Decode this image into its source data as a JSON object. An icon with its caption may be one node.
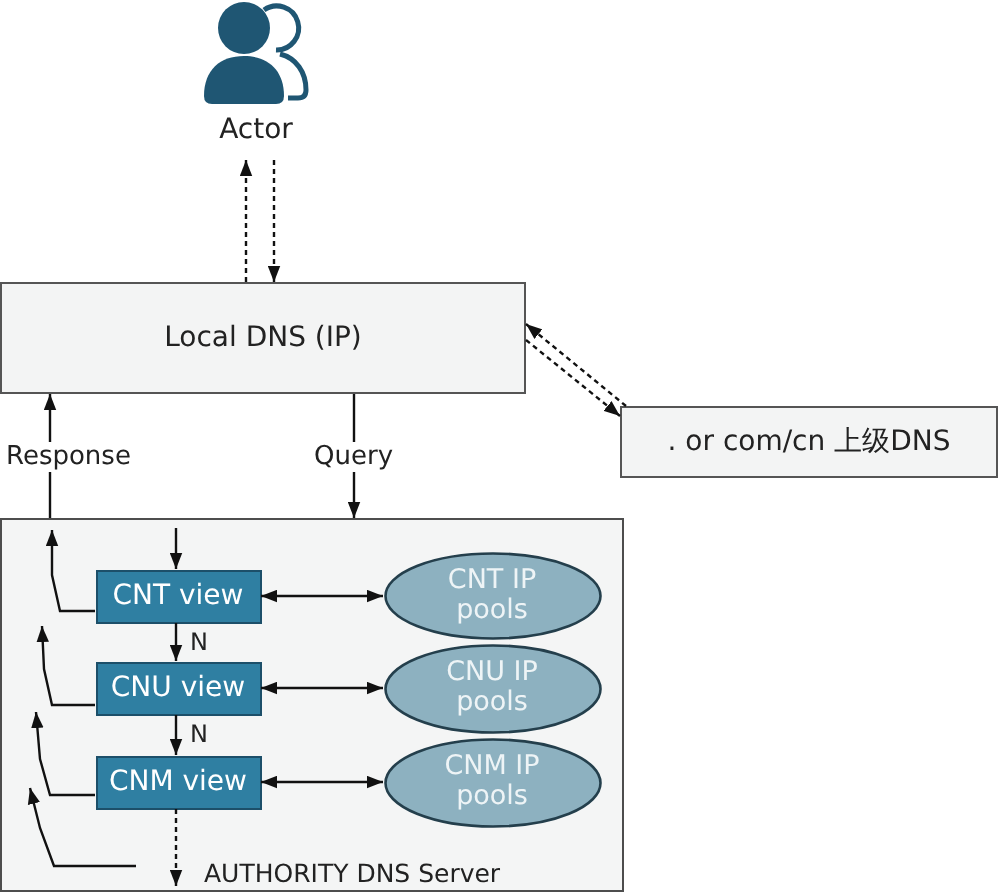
{
  "diagram": {
    "nodes": [
      {
        "text": [
          "Actor"
        ]
      },
      {
        "text": [
          "Local DNS (IP)"
        ]
      },
      {
        "text": [
          ". or com/cn 上级DNS"
        ]
      },
      {
        "text": [
          "AUTHORITY DNS Server"
        ]
      },
      {
        "text": [
          "CNT view"
        ],
        "in": 3
      },
      {
        "text": [
          "CNU view"
        ],
        "in": 3
      },
      {
        "text": [
          "CNM view"
        ],
        "in": 3
      },
      {
        "text": [
          "CNT IP pools"
        ],
        "in": 3
      },
      {
        "text": [
          "CNU IP pools"
        ],
        "in": 3
      },
      {
        "text": [
          "CNM IP pools"
        ],
        "in": 3
      }
    ],
    "edges": [
      {
        "from": 1,
        "to": 0,
        "arrow": "to",
        "style": "dashed"
      },
      {
        "from": 0,
        "to": 1,
        "arrow": "to",
        "style": "dashed"
      },
      {
        "from": 1,
        "to": 2,
        "arrow": "to",
        "style": "dashed"
      },
      {
        "from": 2,
        "to": 1,
        "arrow": "to",
        "style": "dashed"
      },
      {
        "from": 1,
        "to": 3,
        "arrow": "to",
        "label": "Query"
      },
      {
        "from": 3,
        "to": 1,
        "arrow": "to",
        "label": "Response"
      },
      {
        "from": null,
        "to": 4,
        "arrow": "to"
      },
      {
        "from": 4,
        "to": 5,
        "arrow": "to",
        "label": "N"
      },
      {
        "from": 5,
        "to": 6,
        "arrow": "to",
        "label": "N"
      },
      {
        "from": 6,
        "to": null,
        "arrow": "to",
        "style": "dashed"
      },
      {
        "from": 4,
        "to": 7,
        "arrow": "both"
      },
      {
        "from": 5,
        "to": 8,
        "arrow": "both"
      },
      {
        "from": 6,
        "to": 9,
        "arrow": "both"
      },
      {
        "from": 4,
        "to": null,
        "arrow": "to"
      },
      {
        "from": 5,
        "to": null,
        "arrow": "to"
      },
      {
        "from": 6,
        "to": null,
        "arrow": "to"
      }
    ]
  }
}
